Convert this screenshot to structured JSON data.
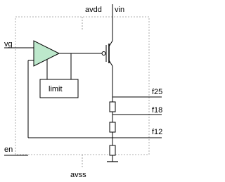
{
  "labels": {
    "avdd": "avdd",
    "vin": "vin",
    "vg": "vg",
    "limit": "limit",
    "f25": "f25",
    "f18": "f18",
    "f12": "f12",
    "en": "en",
    "avss": "avss"
  },
  "colors": {
    "amplifier_fill": "#bde8cc",
    "wire": "#000000",
    "boundary": "#999999",
    "background": "#ffffff"
  }
}
